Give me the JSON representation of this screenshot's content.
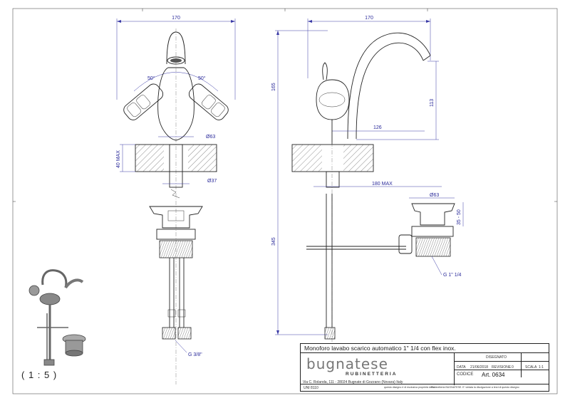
{
  "drawing": {
    "dimensions": {
      "front_width": "170",
      "left_angle": "50°",
      "right_angle": "50°",
      "body_diameter": "Ø63",
      "base_max": "40 MAX",
      "pipe_diameter": "Ø37",
      "inlet_thread": "G 3/8\"",
      "side_width": "170",
      "total_height": "165",
      "spout_height": "113",
      "spout_reach": "126",
      "lever_reach": "180 MAX",
      "waste_diameter": "Ø63",
      "waste_height": "35 - 50",
      "waste_thread": "G 1\" 1/4",
      "lower_length": "345"
    },
    "scale": "( 1 : 5 )"
  },
  "title_block": {
    "title": "Monoforo lavabo scarico automatico 1\" 1/4 con flex inox.",
    "brand": "bugnatese",
    "brand_sub": "RUBINETTERIA",
    "address": "Via C. Rolanda, 111 - 28024 Bugnate di Gozzano (Novara) Italy",
    "disegnato_label": "DISEGNATO",
    "data_label": "DATA",
    "data_value": "21/06/2018",
    "revisione_label": "REVISIONE",
    "revisione_value": "0",
    "scala_label": "SCALA",
    "scala_value": "1:1",
    "codice_label": "CODICE",
    "codice_value": "Art. 0634",
    "uni_label": "UNI 8110",
    "footer_note_1": "questo disegno è di esclusiva proprietà della",
    "footer_note_2": "Rubinetteria BUGNATESE. E' vietata la divulgazione a terzi di questo disegno"
  }
}
